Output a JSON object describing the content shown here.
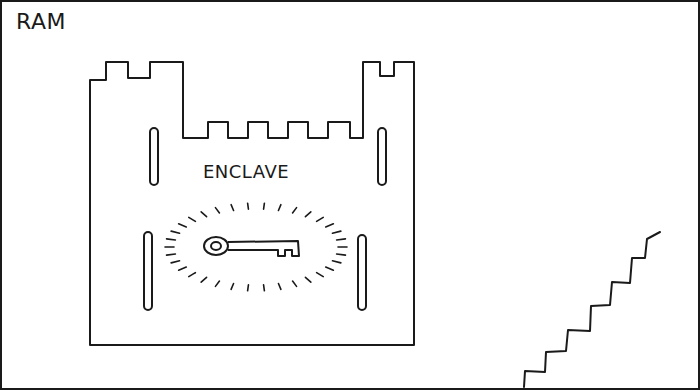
{
  "diagram": {
    "nodes": [
      {
        "text": [
          "RAM"
        ]
      },
      {
        "text": [
          "ENCLAVE"
        ],
        "in": 0
      }
    ]
  }
}
